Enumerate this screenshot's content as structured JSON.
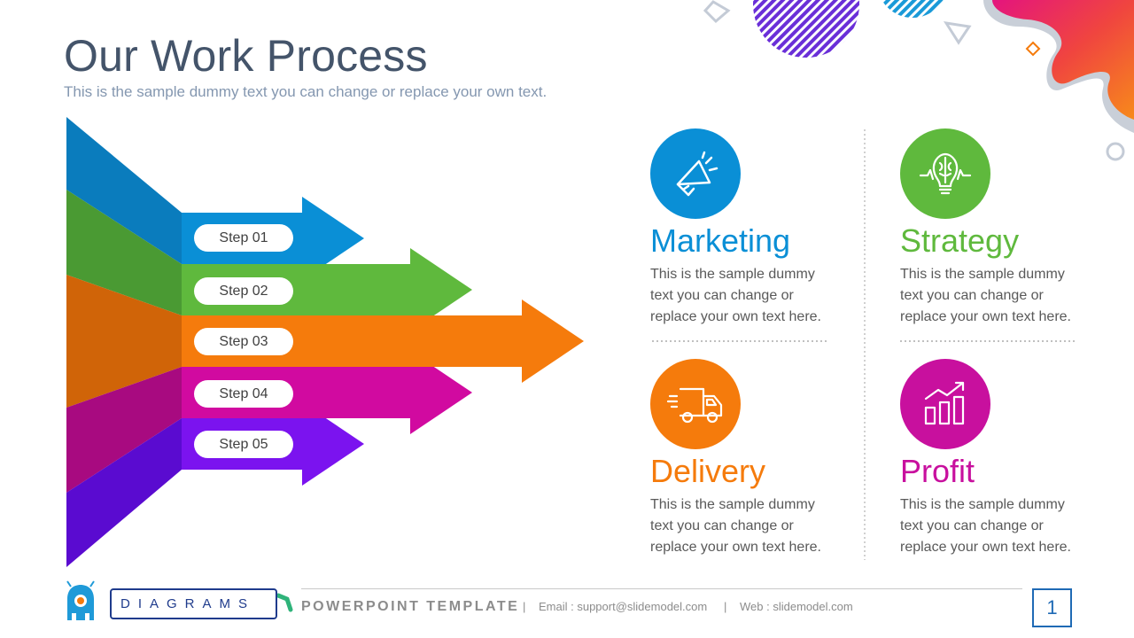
{
  "header": {
    "title": "Our Work Process",
    "subtitle": "This is the sample dummy text you can change or replace your own text."
  },
  "steps": [
    {
      "label": "Step 01",
      "color": "#0a8fd6"
    },
    {
      "label": "Step 02",
      "color": "#5fb93d"
    },
    {
      "label": "Step 03",
      "color": "#f57b0c"
    },
    {
      "label": "Step 04",
      "color": "#d10aa0"
    },
    {
      "label": "Step 05",
      "color": "#7b13ef"
    }
  ],
  "cards": [
    {
      "title": "Marketing",
      "text": "This is the sample dummy text you can change or replace your own text here.",
      "color": "#0a8fd6",
      "icon": "megaphone-icon"
    },
    {
      "title": "Strategy",
      "text": "This is the sample dummy text you can change or replace your own text here.",
      "color": "#5fb93d",
      "icon": "lightbulb-brain-icon"
    },
    {
      "title": "Delivery",
      "text": "This is the sample dummy text you can change or replace your own text here.",
      "color": "#f57b0c",
      "icon": "delivery-truck-icon"
    },
    {
      "title": "Profit",
      "text": "This is the sample dummy text you can change or replace your own text here.",
      "color": "#c8109e",
      "icon": "growth-chart-icon"
    }
  ],
  "footer": {
    "brand": "DIAGRAMS",
    "template_label": "POWERPOINT TEMPLATE",
    "separator": "|",
    "email": "Email : support@slidemodel.com",
    "web": "Web : slidemodel.com",
    "page_number": "1"
  }
}
